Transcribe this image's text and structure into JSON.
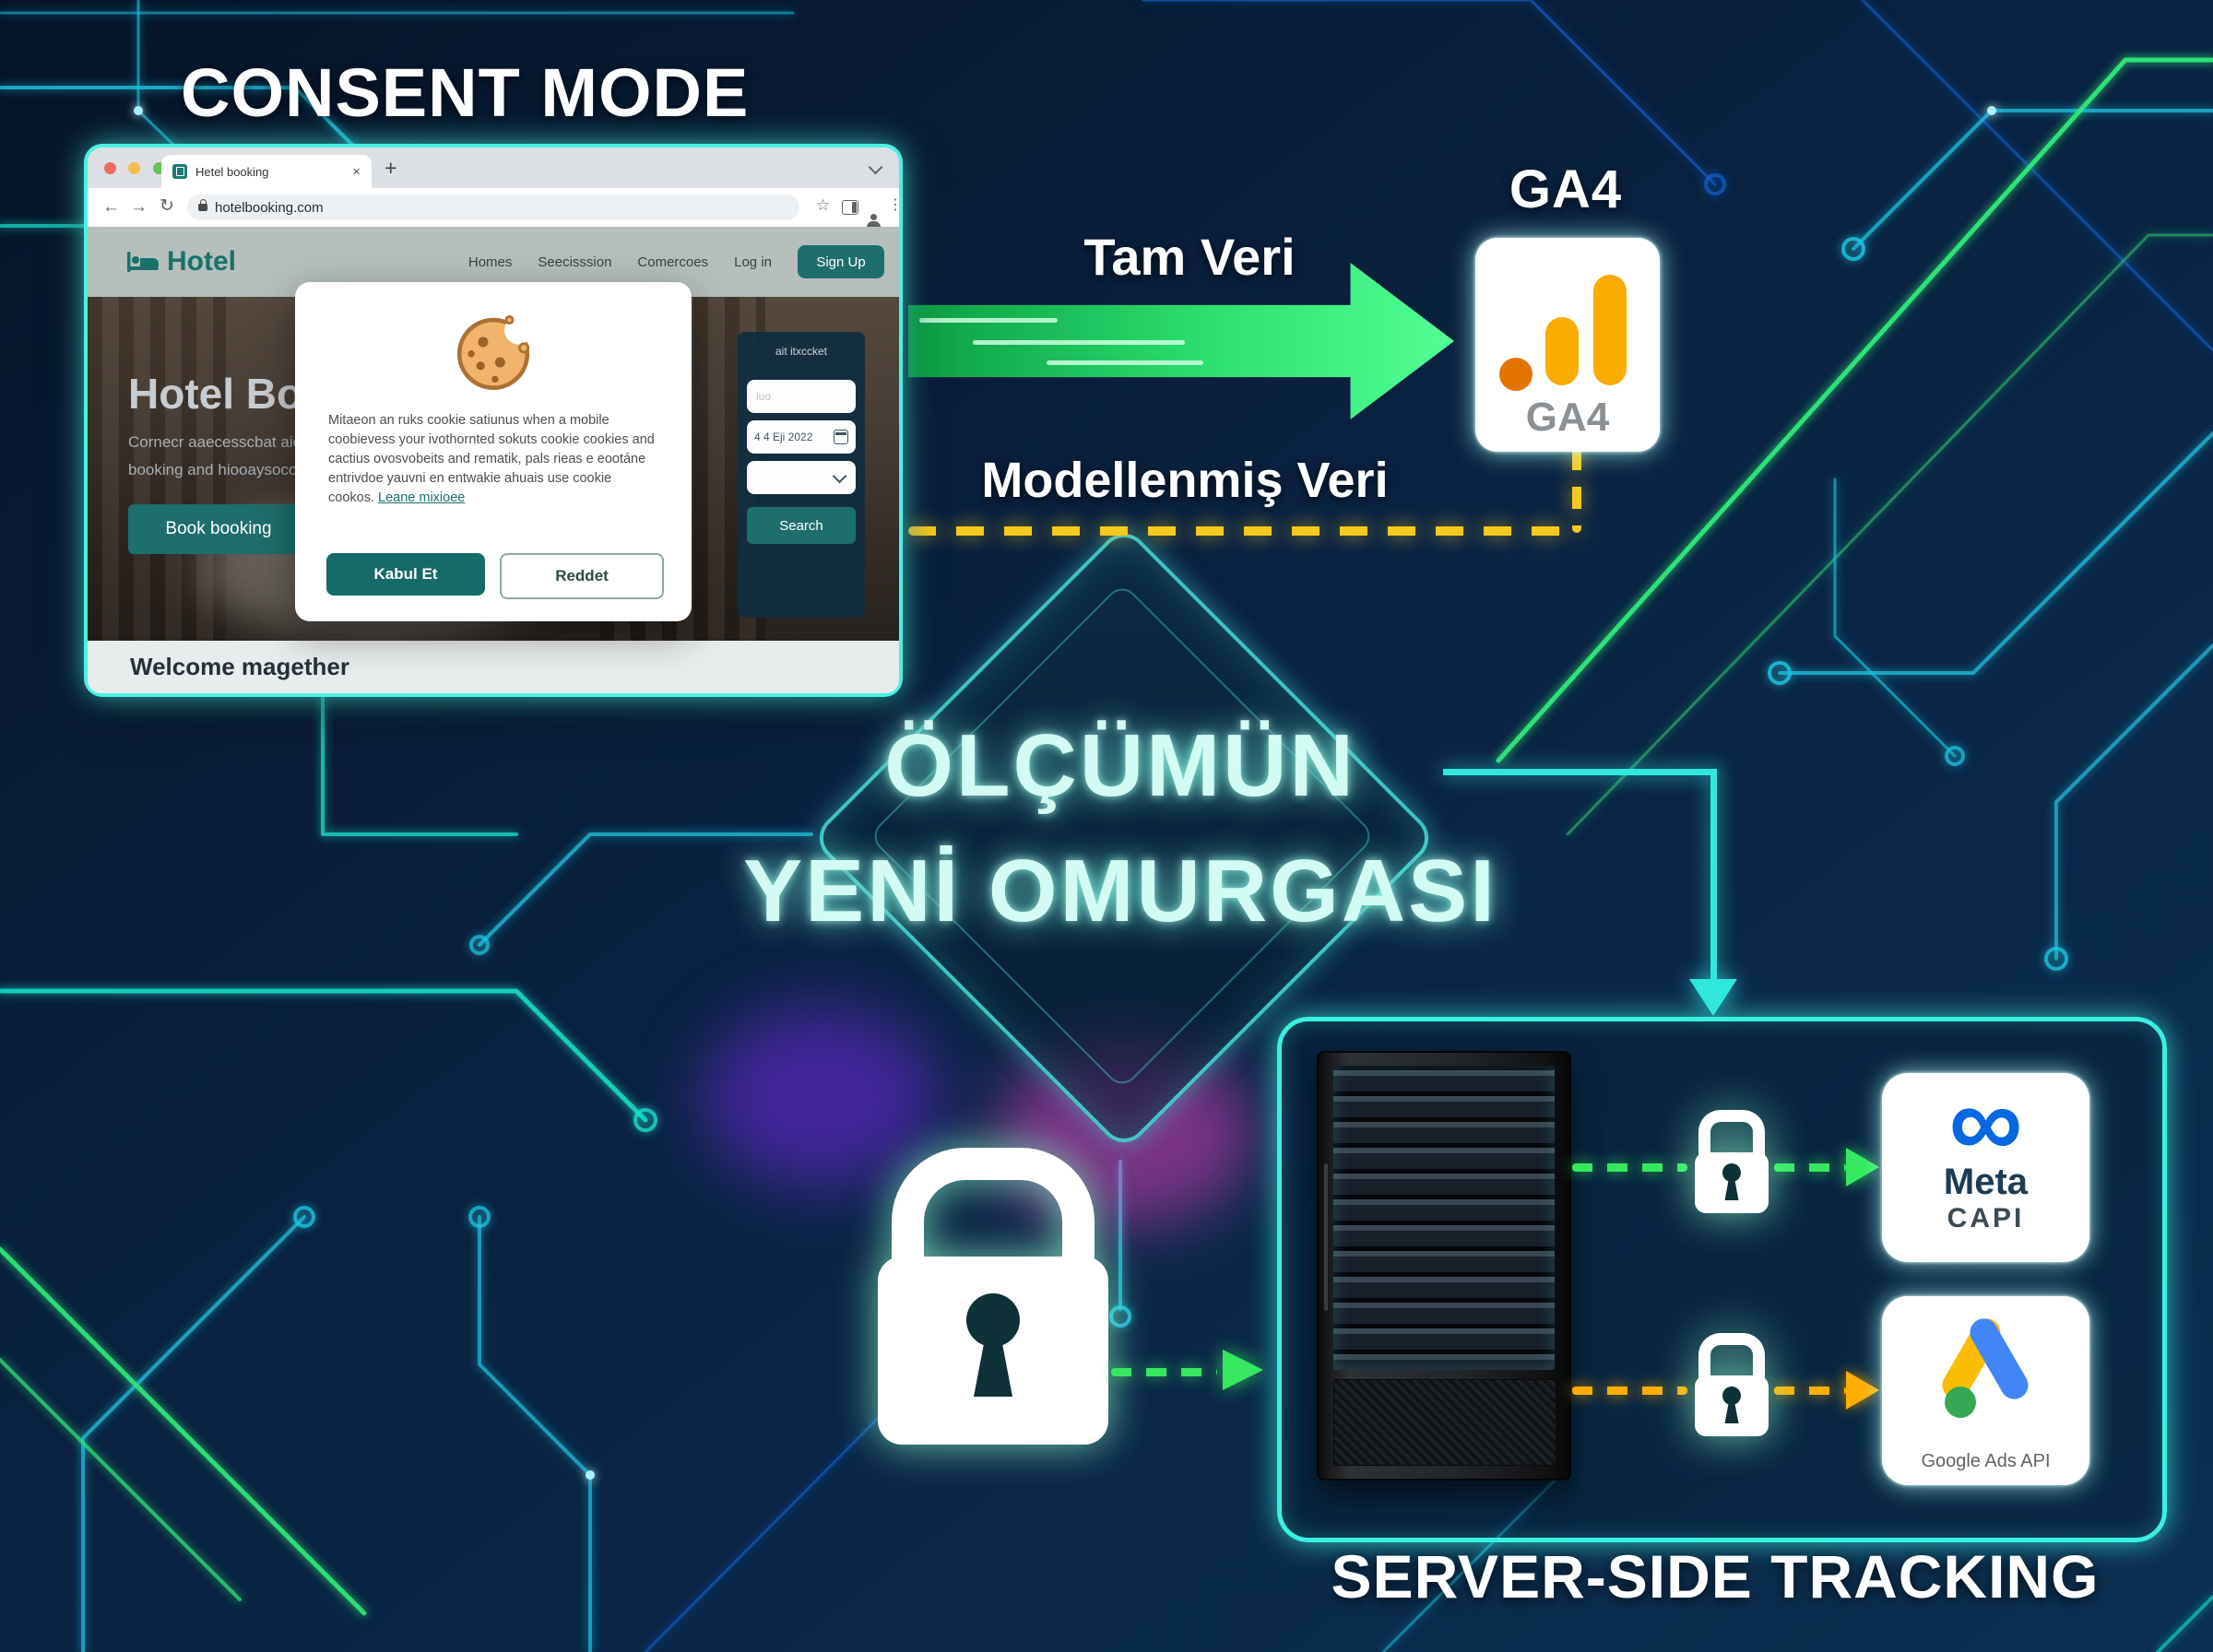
{
  "titles": {
    "consent_mode": "CONSENT MODE",
    "ga4_label": "GA4",
    "center_line1": "ÖLÇÜMÜN",
    "center_line2": "YENİ OMURGASI",
    "server_side": "SERVER-SIDE TRACKING"
  },
  "flows": {
    "full_data_label": "Tam Veri",
    "modeled_data_label": "Modellenmiş Veri"
  },
  "browser": {
    "tab_title": "Hetel booking",
    "url": "hotelbooking.com",
    "site": {
      "logo_text": "Hotel",
      "nav": [
        "Homes",
        "Seecisssion",
        "Comercoes",
        "Log in"
      ],
      "signup_button": "Sign Up",
      "hero_title": "Hotel Bo",
      "hero_line1": "Cornecr aaecesscbat aic",
      "hero_line2": "booking and hiooaysoco",
      "book_button": "Book booking",
      "welcome_text": "Welcome magether"
    },
    "booking_panel": {
      "title": "ait itxccket",
      "guest_placeholder": "iuo",
      "date_value": "4 4 Eji 2022",
      "search_button": "Search"
    },
    "cookie_dialog": {
      "line1": "Mitaeon an ruks cookie satiunus when a mobile",
      "line2": "coobievess your ivothornted sokuts cookie cookies and",
      "line3": "cactius ovosvobeits and rematik, pals rieas e eootáne",
      "line4": "entrivdoe yauvni en entwakie ahuais use cookie",
      "line5": "cookos.",
      "link_text": "Leane mixioee",
      "accept_button": "Kabul Et",
      "reject_button": "Reddet"
    }
  },
  "ga4_card": {
    "label": "GA4"
  },
  "meta_card": {
    "infinity_glyph": "∞",
    "brand": "Meta",
    "subtitle": "CAPI"
  },
  "google_ads_card": {
    "caption": "Google Ads API"
  },
  "colors": {
    "accent_teal": "#3af0de",
    "accent_green": "#35e878",
    "accent_yellow": "#f6c91f",
    "ga_orange": "#f9ab00",
    "ga_orange_dark": "#e37400",
    "meta_blue": "#0768e0",
    "ads_yellow": "#fbbc04",
    "ads_blue": "#4285f4",
    "ads_green": "#34a853",
    "site_teal": "#1d6f6b"
  }
}
